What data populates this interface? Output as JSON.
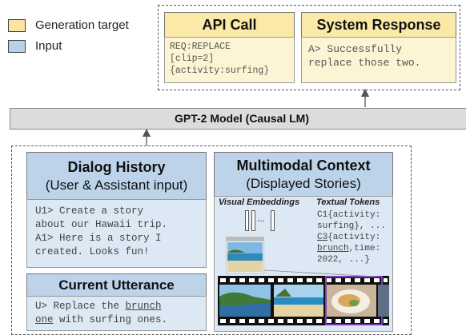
{
  "legend": [
    {
      "label": "Generation target",
      "color": "#fbe3a0"
    },
    {
      "label": "Input",
      "color": "#b9d0ea"
    }
  ],
  "api_call": {
    "title": "API Call",
    "lines": [
      "REQ:REPLACE",
      "[clip=2]",
      "{activity:surfing}"
    ]
  },
  "system_response": {
    "title": "System Response",
    "lines": [
      "A> Successfully",
      "replace those two."
    ]
  },
  "model": {
    "label": "GPT-2 Model (Causal LM)"
  },
  "dialog_history": {
    "title": "Dialog History",
    "subtitle": "(User & Assistant input)",
    "lines": [
      "U1> Create a story",
      "about our Hawaii trip.",
      "A1> Here is a story I",
      "created. Looks fun!"
    ]
  },
  "current_utterance": {
    "title": "Current Utterance",
    "line1_prefix": "U> Replace the ",
    "line1_link": "brunch",
    "line2_link": "one",
    "line2_suffix": " with surfing ones."
  },
  "multimodal": {
    "title": "Multimodal Context",
    "subtitle": "(Displayed Stories)",
    "visual_label": "Visual Embeddings",
    "textual_label": "Textual Tokens",
    "ellipsis": "...",
    "tok1": "C1{activity:",
    "tok2": "surfing}, ...",
    "tok3_link": "C3",
    "tok3_rest": "{activity:",
    "tok4_link": "brunch",
    "tok4_rest": ",time:",
    "tok5": "2022, ...}"
  },
  "colors": {
    "gen_header": "#fbe9a7",
    "gen_body": "#fdf4d3",
    "input_header": "#bcd3ea",
    "input_body": "#dce8f4",
    "highlight_frame": "#7b3fb0"
  }
}
